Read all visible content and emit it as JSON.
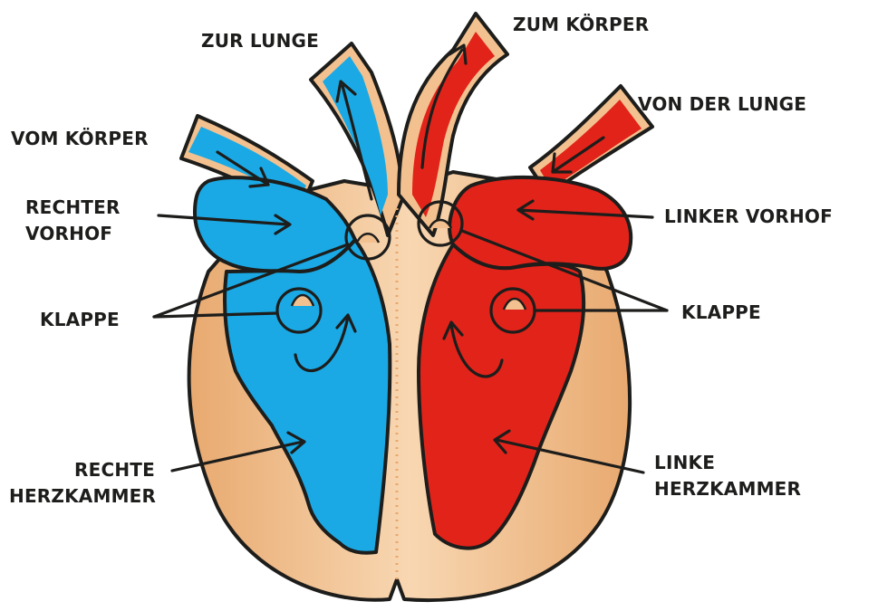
{
  "labels": {
    "zur_lunge": "ZUR LUNGE",
    "zum_koerper": "ZUM KÖRPER",
    "vom_koerper": "VOM KÖRPER",
    "von_der_lunge": "VON DER LUNGE",
    "rechter_vorhof_line1": "RECHTER",
    "rechter_vorhof_line2": "VORHOF",
    "linker_vorhof": "LINKER VORHOF",
    "klappe_left": "KLAPPE",
    "klappe_right": "KLAPPE",
    "rechte_herzkammer_line1": "RECHTE",
    "rechte_herzkammer_line2": "HERZKAMMER",
    "linke_herzkammer_line1": "LINKE",
    "linke_herzkammer_line2": "HERZKAMMER"
  },
  "colors": {
    "deoxygenated_blue": "#1aa9e5",
    "oxygenated_red": "#e2231a",
    "heart_tissue": "#f3c18f",
    "heart_tissue_light": "#f8d6b0",
    "outline": "#1d1d1b"
  }
}
